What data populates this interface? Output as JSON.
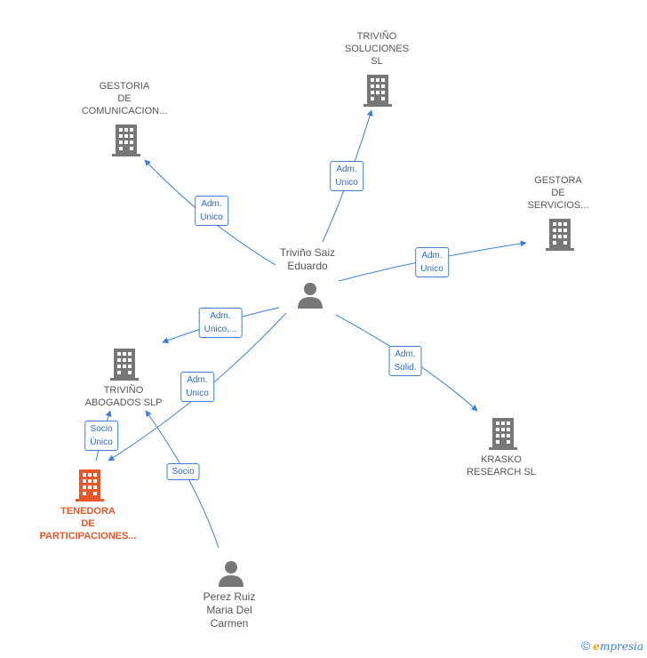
{
  "nodes": {
    "gestoria_comunicacion": {
      "label": "GESTORIA\nDE\nCOMUNICACION...",
      "kind": "company"
    },
    "trivino_soluciones": {
      "label": "TRIVIÑO\nSOLUCIONES\nSL",
      "kind": "company"
    },
    "gestora_servicios": {
      "label": "GESTORA\nDE\nSERVICIOS...",
      "kind": "company"
    },
    "trivino_saiz": {
      "label": "Triviño Saiz\nEduardo",
      "kind": "person"
    },
    "trivino_abogados": {
      "label": "TRIVIÑO\nABOGADOS  SLP",
      "kind": "company"
    },
    "krasko": {
      "label": "KRASKO\nRESEARCH  SL",
      "kind": "company"
    },
    "tenedora": {
      "label": "TENEDORA\nDE\nPARTICIPACIONES...",
      "kind": "company-highlight"
    },
    "perez_ruiz": {
      "label": "Perez Ruiz\nMaria Del\nCarmen",
      "kind": "person"
    }
  },
  "edges": {
    "e1": {
      "label": "Adm.\nUnico"
    },
    "e2": {
      "label": "Adm.\nUnico"
    },
    "e3": {
      "label": "Adm.\nUnico"
    },
    "e4": {
      "label": "Adm.\nUnico,..."
    },
    "e5": {
      "label": "Adm.\nUnico"
    },
    "e6": {
      "label": "Adm.\nSolid."
    },
    "e7": {
      "label": "Socio\nÚnico"
    },
    "e8": {
      "label": "Socio"
    }
  },
  "footer": {
    "copyright": "©",
    "brand_initial": "e",
    "brand_rest": "mpresia"
  },
  "colors": {
    "edge": "#3a7fd5",
    "company_icon": "#777777",
    "highlight": "#e8562a",
    "person_icon": "#777777"
  }
}
